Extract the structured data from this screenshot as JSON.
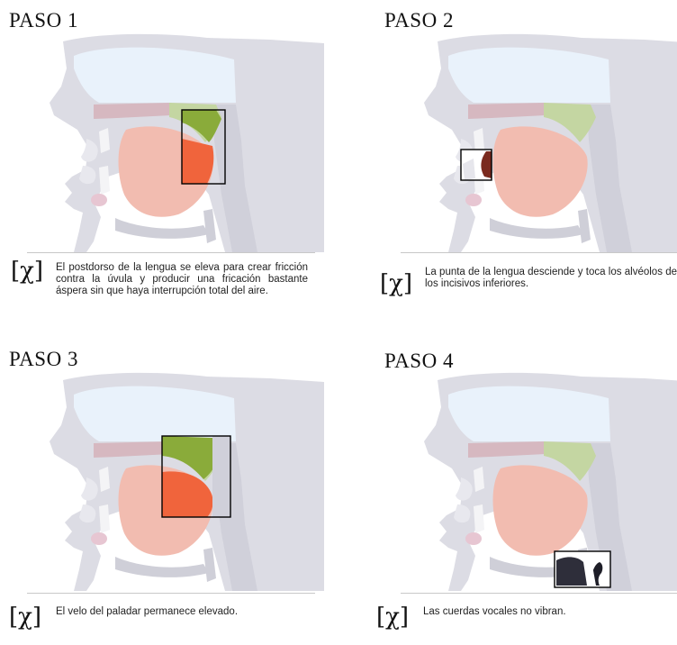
{
  "steps": [
    {
      "title": "PASO 1",
      "symbol": "[χ]",
      "caption": "El postdorso de la lengua se eleva para crear fricción contra la úvula y producir una fricación bastante áspera sin que haya interrupción total del aire."
    },
    {
      "title": "PASO 2",
      "symbol": "[χ]",
      "caption": "La punta de la lengua desciende y toca los alvéolos de los incisivos inferiores."
    },
    {
      "title": "PASO 3",
      "symbol": "[χ]",
      "caption": "El velo del paladar permanece elevado."
    },
    {
      "title": "PASO 4",
      "symbol": "[χ]",
      "caption": "Las cuerdas vocales no vibran."
    }
  ],
  "colors": {
    "head": "#dcdce4",
    "airway": "#e6f1fa",
    "palate": "#d6b8c0",
    "velum": "#c4d6a2",
    "tongue": "#f2bcb0",
    "highlight_tongue": "#f0643c",
    "highlight_velum": "#8aab3a",
    "frame": "#000000"
  }
}
